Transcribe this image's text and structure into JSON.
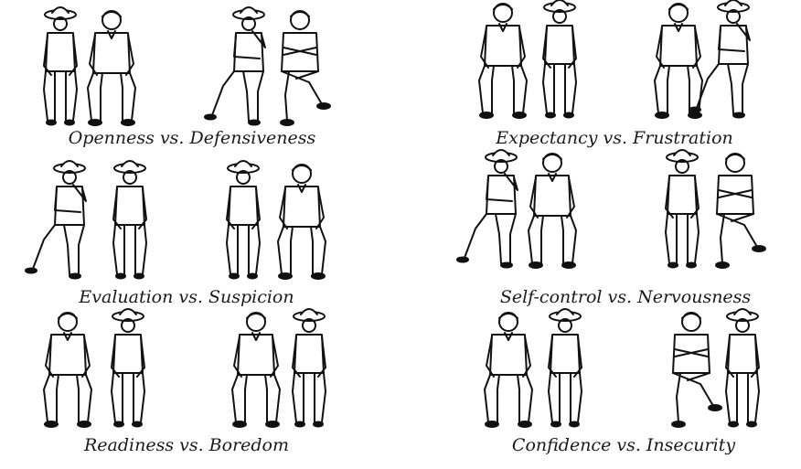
{
  "panels": [
    {
      "caption": "Openness vs. Defensiveness"
    },
    {
      "caption": "Expectancy vs. Frustration"
    },
    {
      "caption": "Evaluation vs. Suspicion"
    },
    {
      "caption": "Self-control vs. Nervousness"
    },
    {
      "caption": "Readiness vs. Boredom"
    },
    {
      "caption": "Confidence vs. Insecurity"
    }
  ]
}
